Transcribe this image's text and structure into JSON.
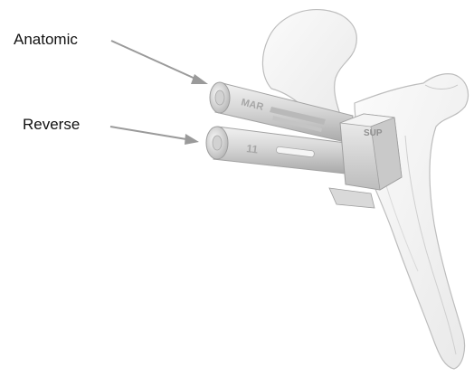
{
  "labels": {
    "anatomic": "Anatomic",
    "reverse": "Reverse"
  },
  "implant_markings": {
    "anatomic_text": "MAR",
    "reverse_text": "11",
    "guide_text": "SUP"
  },
  "colors": {
    "bone_fill": "#f4f4f4",
    "bone_outline": "#bdbdbd",
    "implant_light": "#ececec",
    "implant_mid": "#cfcfcf",
    "implant_dark": "#9e9e9e",
    "arrow": "#9a9a9a",
    "label_text": "#111111"
  },
  "icons": [
    "scapula-bone-illustration",
    "anatomic-cylinder-implant",
    "reverse-cylinder-implant",
    "sup-guide-block",
    "callout-arrow"
  ]
}
